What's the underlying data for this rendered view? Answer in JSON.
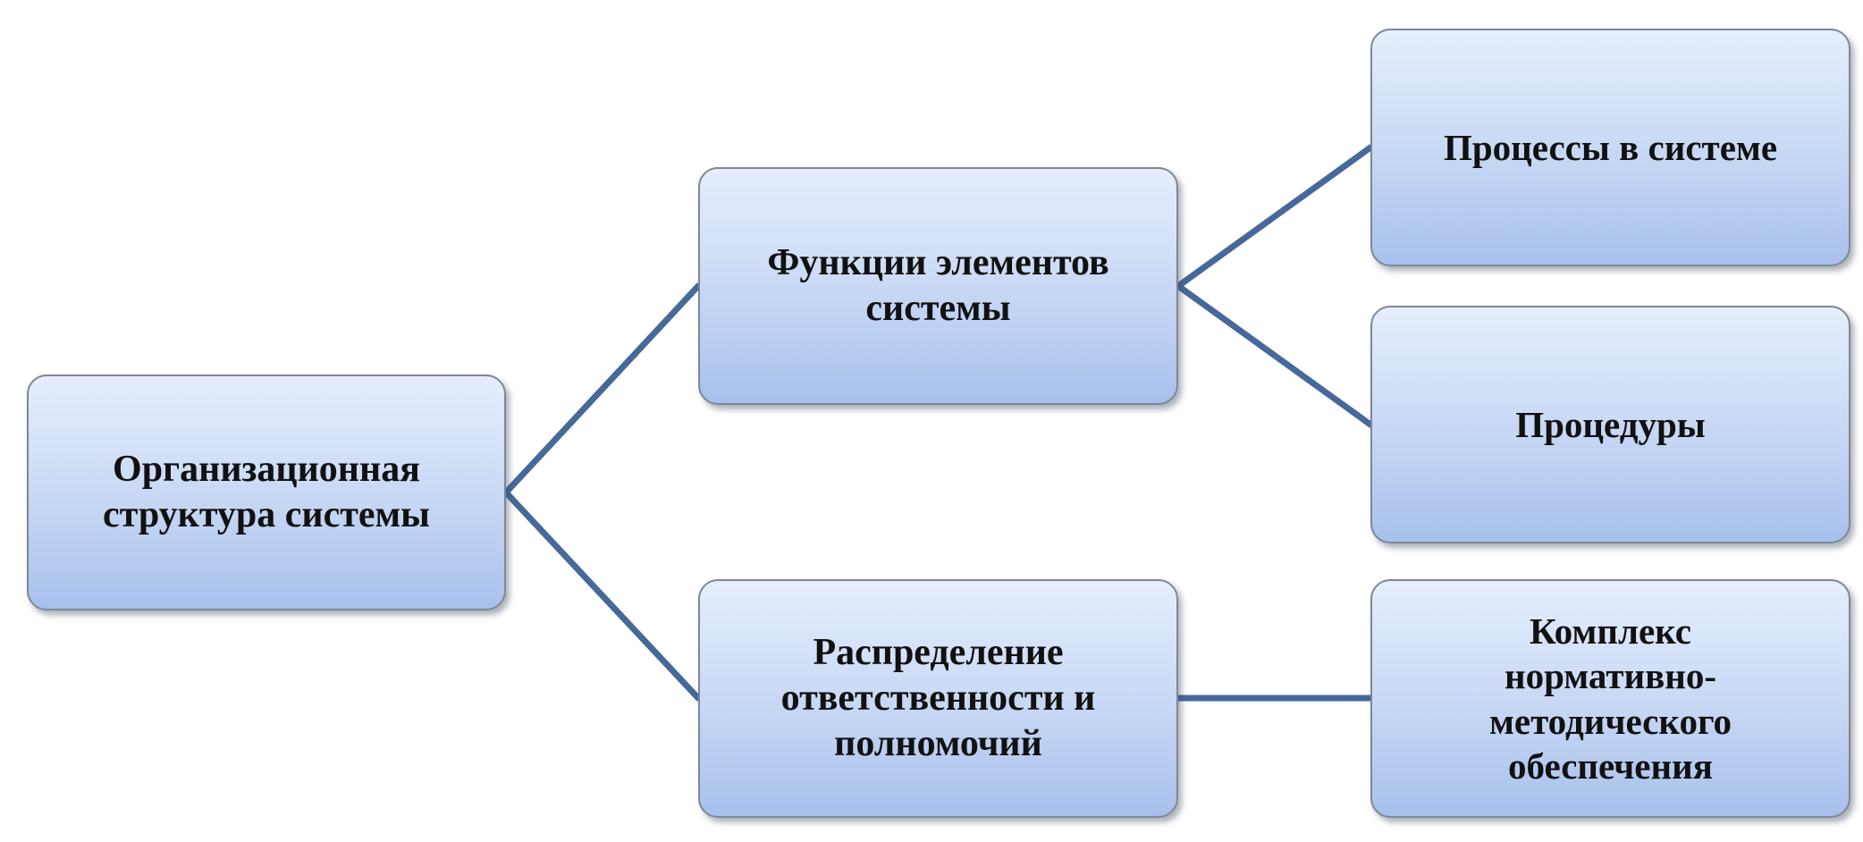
{
  "diagram": {
    "nodes": {
      "org": "Организационная\nструктура системы",
      "func": "Функции элементов\nсистемы",
      "resp": "Распределение\nответственности и\nполномочий",
      "process": "Процессы в системе",
      "proc": "Процедуры",
      "complex": "Комплекс\nнормативно-\nметодического\nобеспечения"
    },
    "edges": [
      [
        "org",
        "func"
      ],
      [
        "org",
        "resp"
      ],
      [
        "func",
        "process"
      ],
      [
        "func",
        "proc"
      ],
      [
        "resp",
        "complex"
      ]
    ],
    "colors": {
      "connector": "#46699a",
      "box_top": "#e6eefc",
      "box_bottom": "#a7c0ec",
      "border": "#7d8796"
    }
  }
}
